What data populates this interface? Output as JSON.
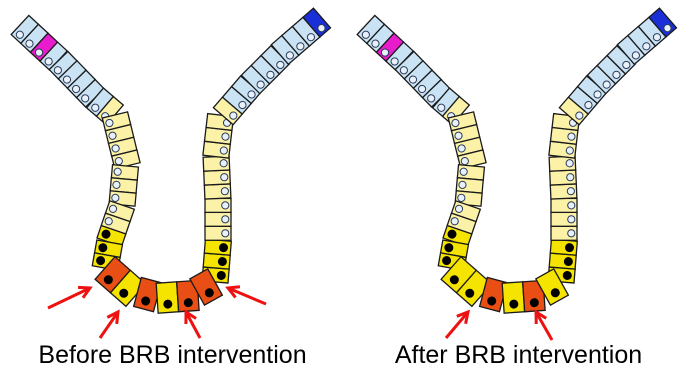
{
  "panels": [
    {
      "id": "before",
      "caption": "Before BRB intervention",
      "arrow_color": "#ee1111",
      "cell_colors": {
        "stem": "#c9e3f4",
        "progenitor": "#fbf2a8",
        "crypt_base": "#f5e400",
        "paneth_marked": "#e94e14",
        "special": "#e81ccc",
        "lumen_cell": "#1b2fd8"
      },
      "marked_cells": 4,
      "arrows": 4
    },
    {
      "id": "after",
      "caption": "After BRB intervention",
      "arrow_color": "#ee1111",
      "cell_colors": {
        "stem": "#c9e3f4",
        "progenitor": "#fbf2a8",
        "crypt_base": "#f5e400",
        "paneth_marked": "#e94e14",
        "special": "#e81ccc",
        "lumen_cell": "#1b2fd8"
      },
      "marked_cells": 2,
      "arrows": 2
    }
  ]
}
